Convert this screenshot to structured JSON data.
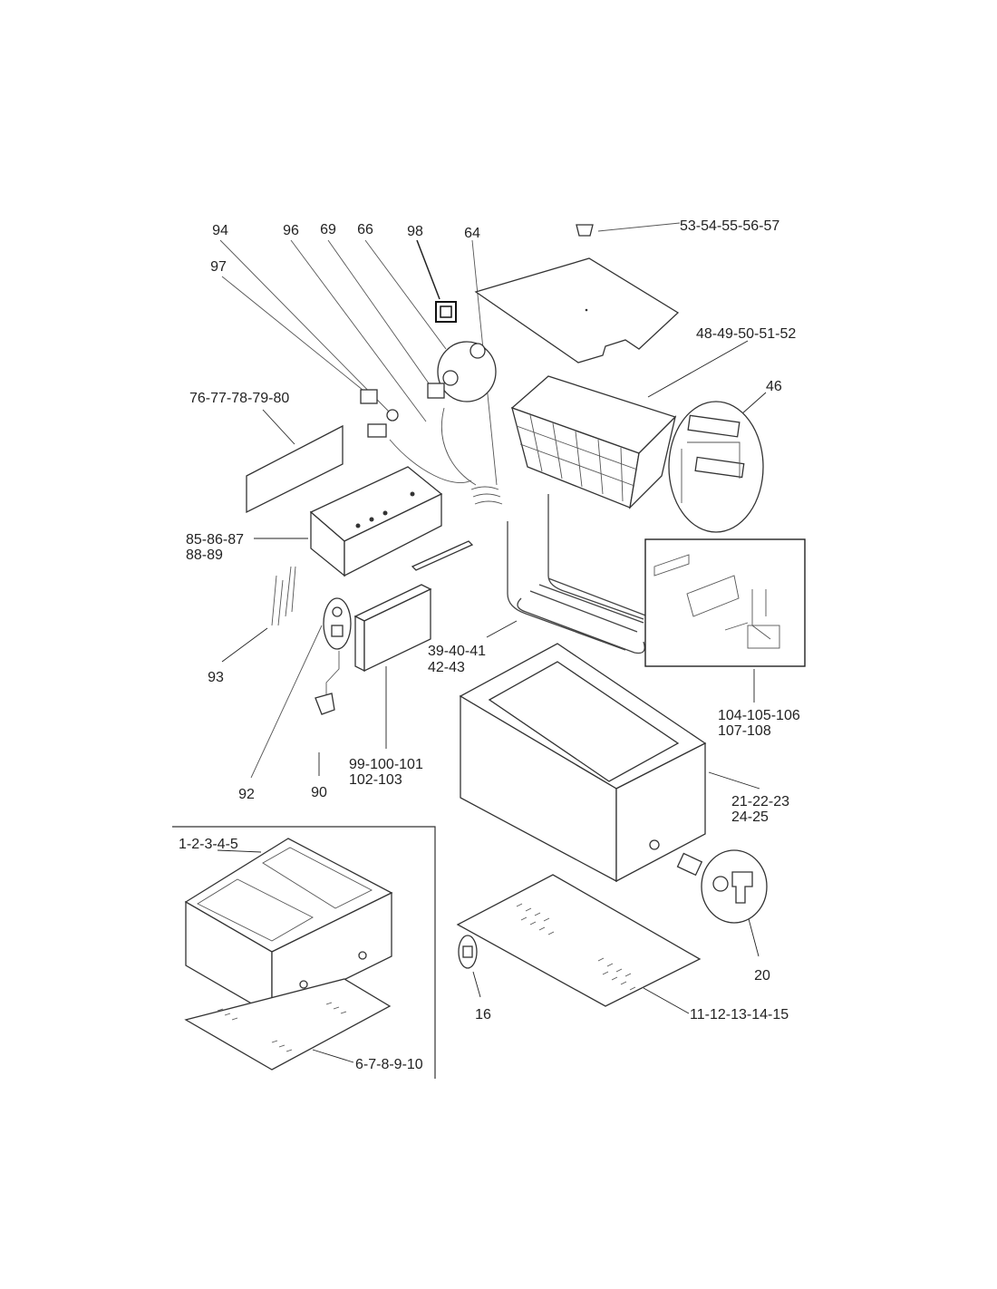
{
  "diagram": {
    "type": "exploded parts diagram",
    "callouts": {
      "c94": "94",
      "c96": "96",
      "c69": "69",
      "c66": "66",
      "c98": "98",
      "c64": "64",
      "c97": "97",
      "c53": "53-54-55-56-57",
      "c48": "48-49-50-51-52",
      "c46": "46",
      "c76": "76-77-78-79-80",
      "c85a": "85-86-87",
      "c85b": "88-89",
      "c93": "93",
      "c39a": "39-40-41",
      "c39b": "42-43",
      "c104a": "104-105-106",
      "c104b": "107-108",
      "c92": "92",
      "c90": "90",
      "c99a": "99-100-101",
      "c99b": "102-103",
      "c21a": "21-22-23",
      "c21b": "24-25",
      "c1": "1-2-3-4-5",
      "c20": "20",
      "c16": "16",
      "c11": "11-12-13-14-15",
      "c6": "6-7-8-9-10"
    }
  }
}
